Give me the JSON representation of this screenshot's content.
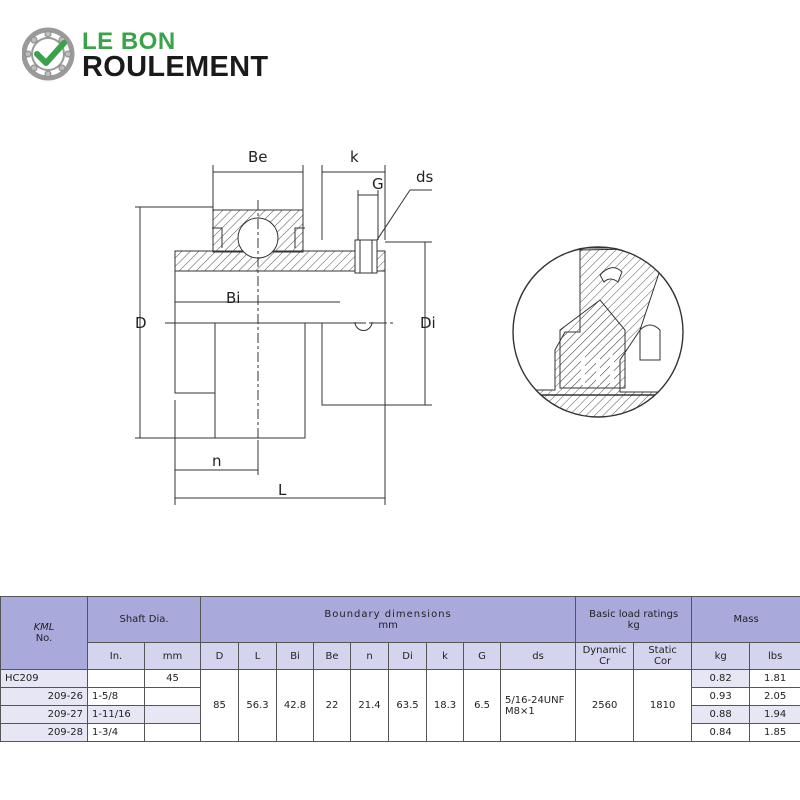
{
  "logo": {
    "line1": "LE BON",
    "line2": "ROULEMENT"
  },
  "drawing_labels": {
    "Be": "Be",
    "k": "k",
    "G": "G",
    "ds": "ds",
    "D": "D",
    "Bi": "Bi",
    "Di": "Di",
    "n": "n",
    "L": "L"
  },
  "table": {
    "col_model_a": "KML",
    "col_model_b": "No.",
    "shaft_dia": "Shaft Dia.",
    "boundary_a": "Boundary  dimensions",
    "boundary_b": "mm",
    "load_a": "Basic load ratings",
    "load_b": "kg",
    "mass": "Mass",
    "sub_in": "In.",
    "sub_mm": "mm",
    "sub_D": "D",
    "sub_L": "L",
    "sub_Bi": "Bi",
    "sub_Be": "Be",
    "sub_n": "n",
    "sub_Di": "Di",
    "sub_k": "k",
    "sub_G": "G",
    "sub_ds": "ds",
    "dyn_a": "Dynamic",
    "dyn_b": "Cr",
    "stat_a": "Static",
    "stat_b": "Cor",
    "sub_kg": "kg",
    "sub_lbs": "lbs",
    "rows": [
      {
        "model": "HC209",
        "inch": "",
        "mm": "45",
        "kg": "0.82",
        "lbs": "1.81"
      },
      {
        "model": "209-26",
        "inch": "1-5/8",
        "mm": "",
        "kg": "0.93",
        "lbs": "2.05"
      },
      {
        "model": "209-27",
        "inch": "1-11/16",
        "mm": "",
        "kg": "0.88",
        "lbs": "1.94"
      },
      {
        "model": "209-28",
        "inch": "1-3/4",
        "mm": "",
        "kg": "0.84",
        "lbs": "1.85"
      }
    ],
    "common": {
      "D": "85",
      "L": "56.3",
      "Bi": "42.8",
      "Be": "22",
      "n": "21.4",
      "Di": "63.5",
      "k": "18.3",
      "G": "6.5",
      "ds_a": "5/16-24UNF",
      "ds_b": "M8×1",
      "Cr": "2560",
      "Cor": "1810"
    }
  }
}
